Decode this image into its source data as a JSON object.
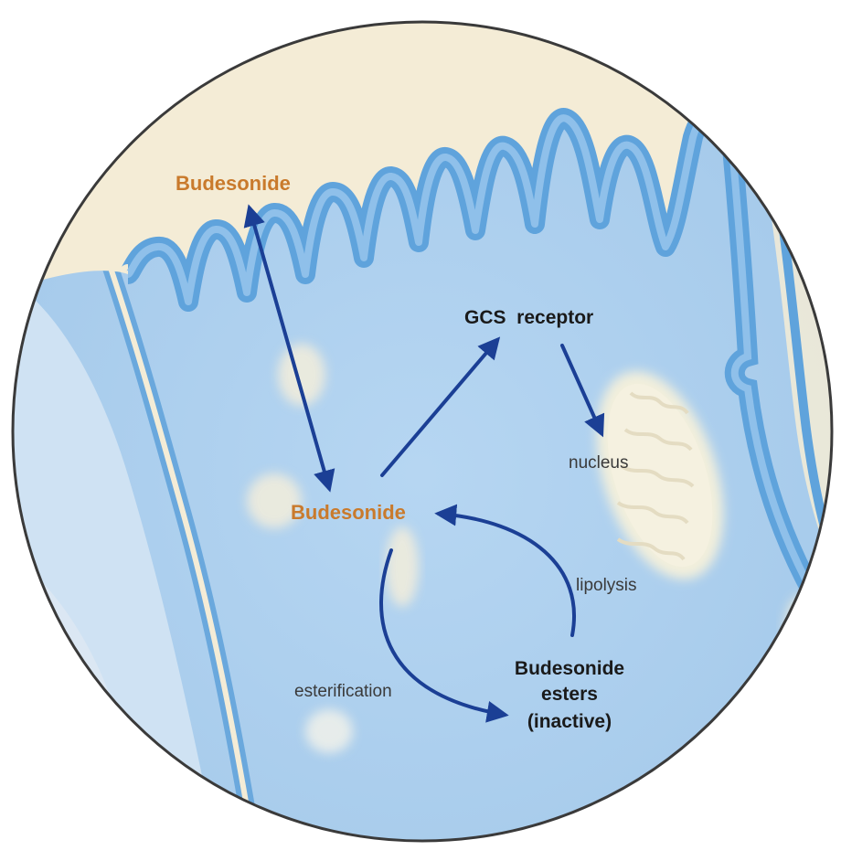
{
  "labels": {
    "budesonide_lumen": "Budesonide",
    "budesonide_cell": "Budesonide",
    "gcs_receptor": "GCS  receptor",
    "nucleus": "nucleus",
    "lipolysis": "lipolysis",
    "esterification": "esterification",
    "esters_line1": "Budesonide",
    "esters_line2": "esters",
    "esters_line3": "(inactive)"
  },
  "colors": {
    "arrow": "#1b3f95",
    "drug_label": "#c97a2c",
    "tissue_light": "#bcd8f0",
    "tissue_mid": "#a9cdee",
    "epithelium": "#5fa3dc",
    "lumen": "#f4ecd6",
    "nucleus_fill": "#f2efdc",
    "frame": "#3a3a3a"
  },
  "icons": {
    "arrow_head": "arrow-head-icon"
  }
}
